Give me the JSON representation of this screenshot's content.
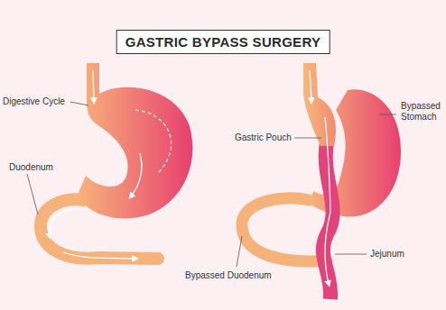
{
  "diagram": {
    "title": "GASTRIC BYPASS SURGERY",
    "labels": [
      "Digestive Cycle",
      "Duodenum",
      "Gastric Pouch",
      "Bypassed Stomach",
      "Jejunum",
      "Bypassed Duodenum"
    ]
  }
}
